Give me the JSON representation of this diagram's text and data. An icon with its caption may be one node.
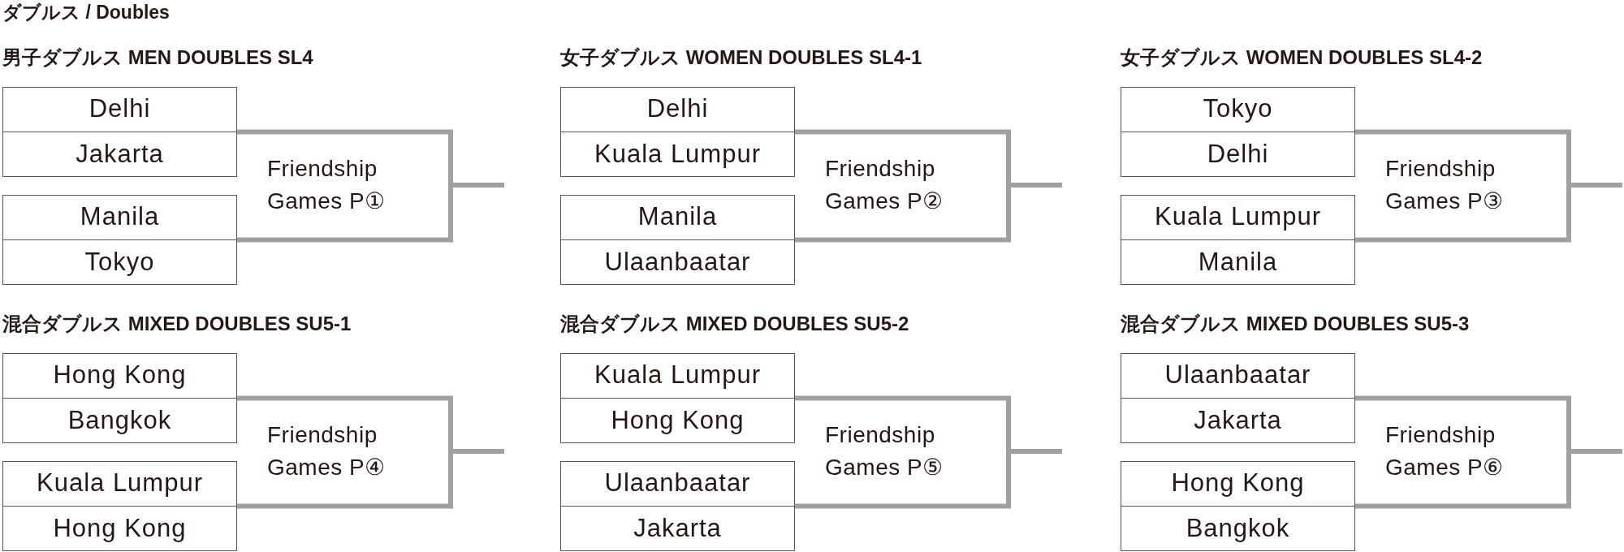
{
  "diagram": {
    "title": "ダブルス / Doubles",
    "nodes": [
      {
        "text": [],
        "shape": "box"
      },
      {
        "text": [
          "Delhi"
        ],
        "in": 0
      },
      {
        "text": [
          "Jakarta"
        ],
        "in": 0
      },
      {
        "text": [],
        "shape": "box"
      },
      {
        "text": [
          "Manila"
        ],
        "in": 3
      },
      {
        "text": [
          "Tokyo"
        ],
        "in": 3
      },
      {
        "text": [],
        "shape": "box"
      },
      {
        "text": [
          "Delhi"
        ],
        "in": 6
      },
      {
        "text": [
          "Kuala Lumpur"
        ],
        "in": 6
      },
      {
        "text": [],
        "shape": "box"
      },
      {
        "text": [
          "Manila"
        ],
        "in": 9
      },
      {
        "text": [
          "Ulaanbaatar"
        ],
        "in": 9
      },
      {
        "text": [],
        "shape": "box"
      },
      {
        "text": [
          "Tokyo"
        ],
        "in": 12
      },
      {
        "text": [
          "Delhi"
        ],
        "in": 12
      },
      {
        "text": [],
        "shape": "box"
      },
      {
        "text": [
          "Kuala Lumpur"
        ],
        "in": 15
      },
      {
        "text": [
          "Manila"
        ],
        "in": 15
      },
      {
        "text": [],
        "shape": "box"
      },
      {
        "text": [
          "Hong Kong"
        ],
        "in": 18
      },
      {
        "text": [
          "Bangkok"
        ],
        "in": 18
      },
      {
        "text": [],
        "shape": "box"
      },
      {
        "text": [
          "Kuala Lumpur"
        ],
        "in": 21
      },
      {
        "text": [
          "Hong Kong"
        ],
        "in": 21
      },
      {
        "text": [],
        "shape": "box"
      },
      {
        "text": [
          "Kuala Lumpur"
        ],
        "in": 24
      },
      {
        "text": [
          "Hong Kong"
        ],
        "in": 24
      },
      {
        "text": [],
        "shape": "box"
      },
      {
        "text": [
          "Ulaanbaatar"
        ],
        "in": 27
      },
      {
        "text": [
          "Jakarta"
        ],
        "in": 27
      },
      {
        "text": [],
        "shape": "box"
      },
      {
        "text": [
          "Ulaanbaatar"
        ],
        "in": 30
      },
      {
        "text": [
          "Jakarta"
        ],
        "in": 30
      },
      {
        "text": [],
        "shape": "box"
      },
      {
        "text": [
          "Hong Kong"
        ],
        "in": 33
      },
      {
        "text": [
          "Bangkok"
        ],
        "in": 33
      }
    ],
    "edges": [
      {
        "from": 0,
        "to": null,
        "arrow": "none"
      },
      {
        "from": 3,
        "to": null,
        "arrow": "none"
      },
      {
        "from": 6,
        "to": null,
        "arrow": "none"
      },
      {
        "from": 9,
        "to": null,
        "arrow": "none"
      },
      {
        "from": 12,
        "to": null,
        "arrow": "none"
      },
      {
        "from": 15,
        "to": null,
        "arrow": "none"
      },
      {
        "from": 18,
        "to": null,
        "arrow": "none"
      },
      {
        "from": 21,
        "to": null,
        "arrow": "none"
      },
      {
        "from": 24,
        "to": null,
        "arrow": "none"
      },
      {
        "from": 27,
        "to": null,
        "arrow": "none"
      },
      {
        "from": 30,
        "to": null,
        "arrow": "none"
      },
      {
        "from": 33,
        "to": null,
        "arrow": "none"
      }
    ],
    "labels": [
      "男子ダブルス MEN DOUBLES SL4",
      "女子ダブルス WOMEN DOUBLES SL4-1",
      "女子ダブルス WOMEN DOUBLES SL4-2",
      "Friendship Games P①",
      "Friendship Games P②",
      "Friendship Games P③",
      "混合ダブルス MIXED DOUBLES SU5-1",
      "混合ダブルス MIXED DOUBLES SU5-2",
      "混合ダブルス MIXED DOUBLES SU5-3",
      "Friendship Games P④",
      "Friendship Games P⑤",
      "Friendship Games P⑥"
    ]
  }
}
